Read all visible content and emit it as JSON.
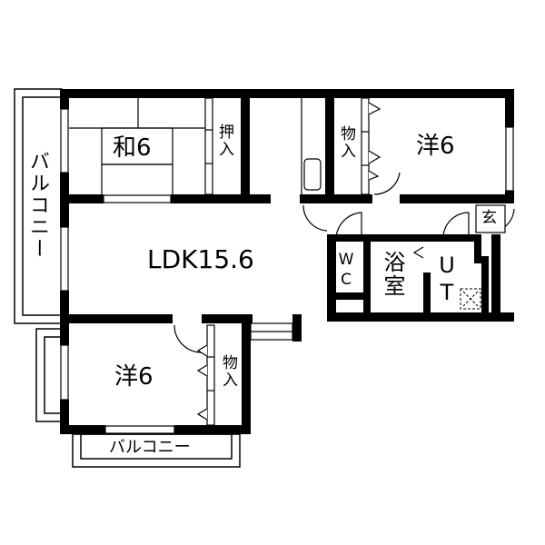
{
  "floor_plan": {
    "rooms": {
      "washitsu": "和6",
      "oshiire": "押入",
      "ldk": "LDK15.6",
      "yoshitsu_ne": "洋6",
      "closet_ne": "物入",
      "wc": "WC",
      "bath": "浴室",
      "utility": "UT",
      "genkan": "玄",
      "yoshitsu_sw": "洋6",
      "closet_sw": "物入"
    },
    "balconies": {
      "west": "バルコニー",
      "south": "バルコニー"
    },
    "colors": {
      "wall": "#000000",
      "background": "#ffffff"
    }
  }
}
